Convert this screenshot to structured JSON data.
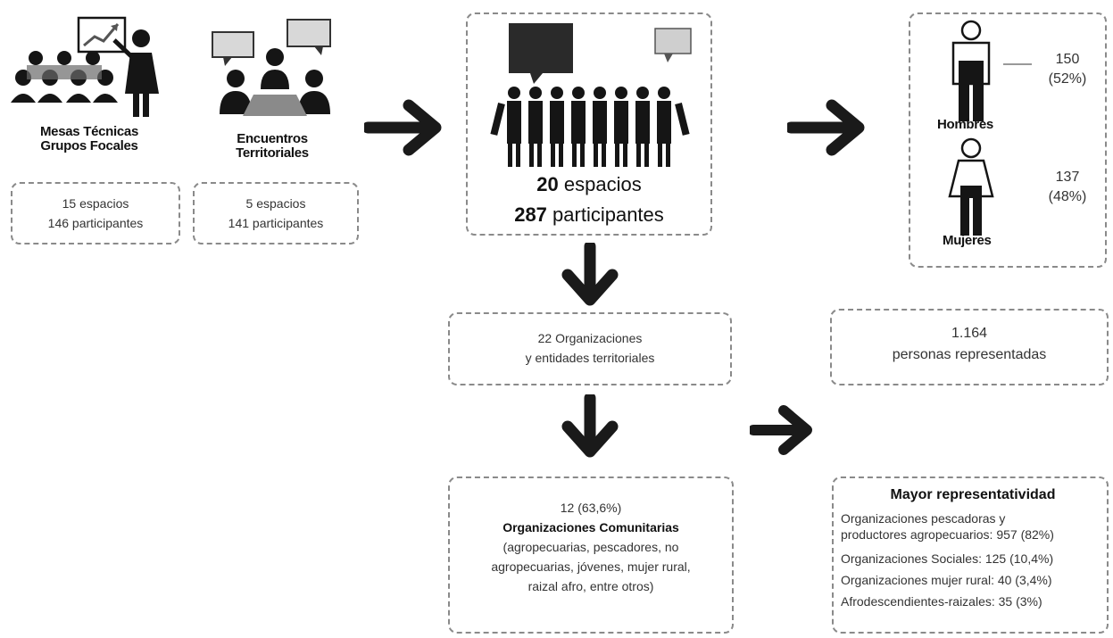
{
  "mesas": {
    "label_line1": "Mesas Técnicas",
    "label_line2": "Grupos Focales",
    "espacios": "15 espacios",
    "participantes": "146 participantes"
  },
  "encuentros": {
    "label_line1": "Encuentros",
    "label_line2": "Territoriales",
    "espacios": "5 espacios",
    "participantes": "141 participantes"
  },
  "total": {
    "espacios_num": "20",
    "espacios_word": " espacios",
    "participantes_num": "287",
    "participantes_word": " participantes"
  },
  "gender": {
    "hombres": {
      "label": "Hombres",
      "count": "150",
      "pct": "(52%)"
    },
    "mujeres": {
      "label": "Mujeres",
      "count": "137",
      "pct": "(48%)"
    }
  },
  "organizaciones": {
    "line1": "22 Organizaciones",
    "line2": "y entidades territoriales"
  },
  "personas": {
    "line1": "1.164",
    "line2": "personas representadas"
  },
  "comunitarias": {
    "count": "12 (63,6%)",
    "title": "Organizaciones Comunitarias",
    "line1": "(agropecuarias, pescadores, no",
    "line2": "agropecuarias, jóvenes, mujer rural,",
    "line3": "raizal afro, entre otros)"
  },
  "representatividad": {
    "title": "Mayor representatividad",
    "items": [
      "Organizaciones pescadoras y",
      "productores agropecuarios: 957 (82%)",
      "Organizaciones Sociales: 125 (10,4%)",
      "Organizaciones mujer rural: 40 (3,4%)",
      "Afrodescendientes-raizales: 35 (3%)"
    ]
  },
  "colors": {
    "icon": "#151515",
    "dash": "#8a8a8a",
    "arrow": "#1a1a1a",
    "chart": "#555555"
  },
  "icons": [
    "group-presentation-icon",
    "meeting-icon",
    "crowd-icon",
    "man-icon",
    "woman-icon",
    "arrow-right-icon",
    "arrow-down-icon"
  ]
}
